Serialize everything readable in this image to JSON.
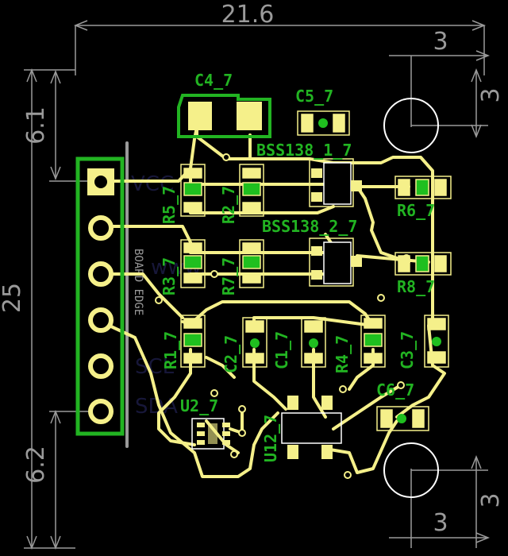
{
  "colors": {
    "background": "#000000",
    "copper": "#f5f08a",
    "silkscreen": "#22b422",
    "pad_green": "#1fbf1f",
    "dimension": "#9a9a9a",
    "edge": "#9a9a9a",
    "bottom_text": "#1a1a40"
  },
  "dimensions": {
    "width": "21.6",
    "height": "25",
    "top_left_offset": "6.1",
    "bottom_left_offset": "6.2",
    "hole_top_x": "3",
    "hole_top_y": "3",
    "hole_bottom_x": "3",
    "hole_bottom_y": "3"
  },
  "board_edge_label": "BOARD EDGE",
  "components": {
    "c4": "C4_7",
    "c5": "C5_7",
    "bss1": "BSS138_1_7",
    "bss2": "BSS138_2_7",
    "r5": "R5_7",
    "r2": "R2_7",
    "r6": "R6_7",
    "r3": "R3_7",
    "r7": "R7_7",
    "r8": "R8_7",
    "r1": "R1_7",
    "c2": "C2_7",
    "c1": "C1_7",
    "r4": "R4_7",
    "c3": "C3_7",
    "c6": "C6_7",
    "u2": "U2_7",
    "u12": "U12_7"
  },
  "header_pin_icons": [
    "square-pad-icon",
    "round-pad-icon",
    "round-pad-icon",
    "round-pad-icon",
    "round-pad-icon",
    "round-pad-icon"
  ]
}
